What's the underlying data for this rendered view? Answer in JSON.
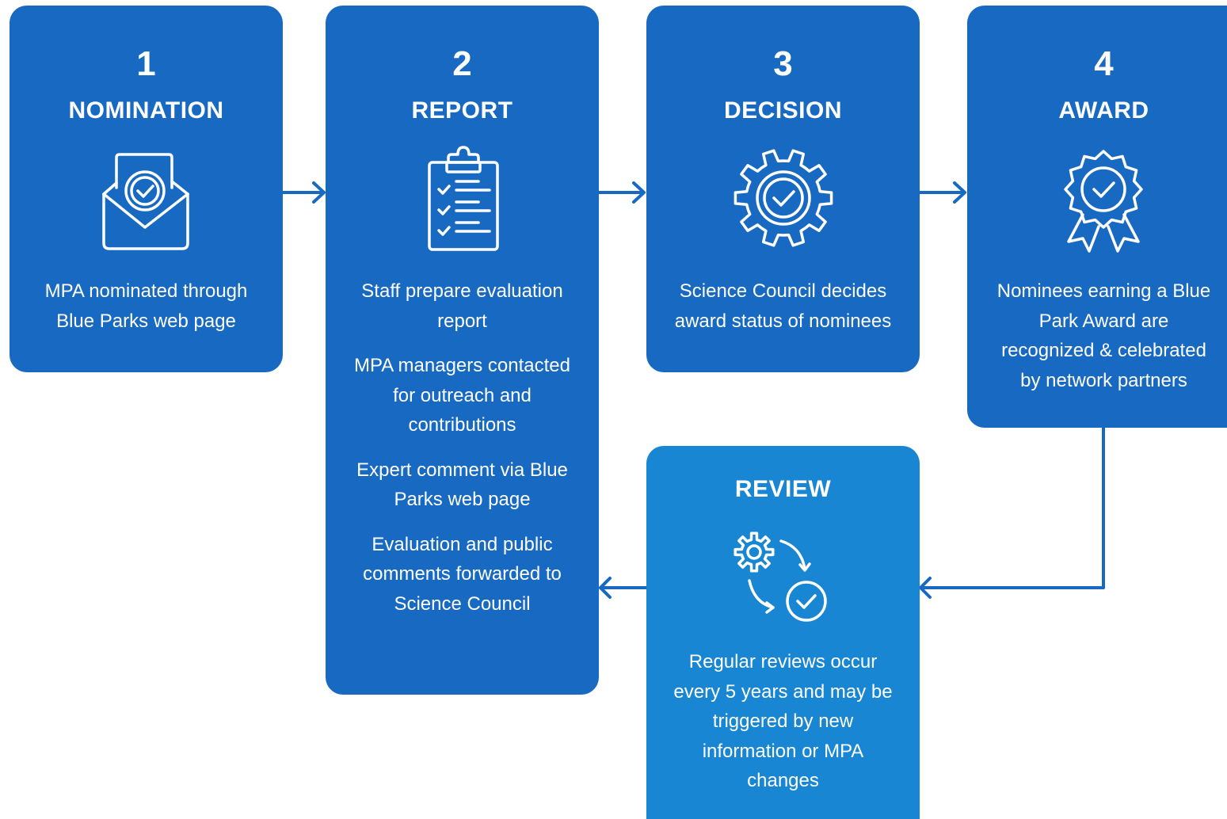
{
  "steps": [
    {
      "number": "1",
      "title": "NOMINATION",
      "icon": "envelope-check-icon",
      "lines": [
        "MPA nominated through",
        "Blue Parks web page"
      ]
    },
    {
      "number": "2",
      "title": "REPORT",
      "icon": "clipboard-checklist-icon",
      "paragraphs": [
        [
          "Staff prepare evaluation",
          "report"
        ],
        [
          "MPA managers contacted",
          "for outreach and",
          "contributions"
        ],
        [
          "Expert comment via Blue",
          "Parks web page"
        ],
        [
          "Evaluation and public",
          "comments forwarded to",
          "Science Council"
        ]
      ]
    },
    {
      "number": "3",
      "title": "DECISION",
      "icon": "gear-check-icon",
      "lines": [
        "Science Council decides",
        "award status of nominees"
      ]
    },
    {
      "number": "4",
      "title": "AWARD",
      "icon": "award-ribbon-icon",
      "lines": [
        "Nominees earning a Blue",
        "Park Award are",
        "recognized & celebrated",
        "by network partners"
      ]
    }
  ],
  "review": {
    "title": "REVIEW",
    "icon": "gear-cycle-check-icon",
    "lines": [
      "Regular reviews occur",
      "every 5 years and may be",
      "triggered by new",
      "information or MPA",
      "changes"
    ]
  },
  "colors": {
    "card": "#1769c2",
    "review_card": "#1886d2",
    "connector": "#1769c2",
    "text": "#ffffff"
  }
}
